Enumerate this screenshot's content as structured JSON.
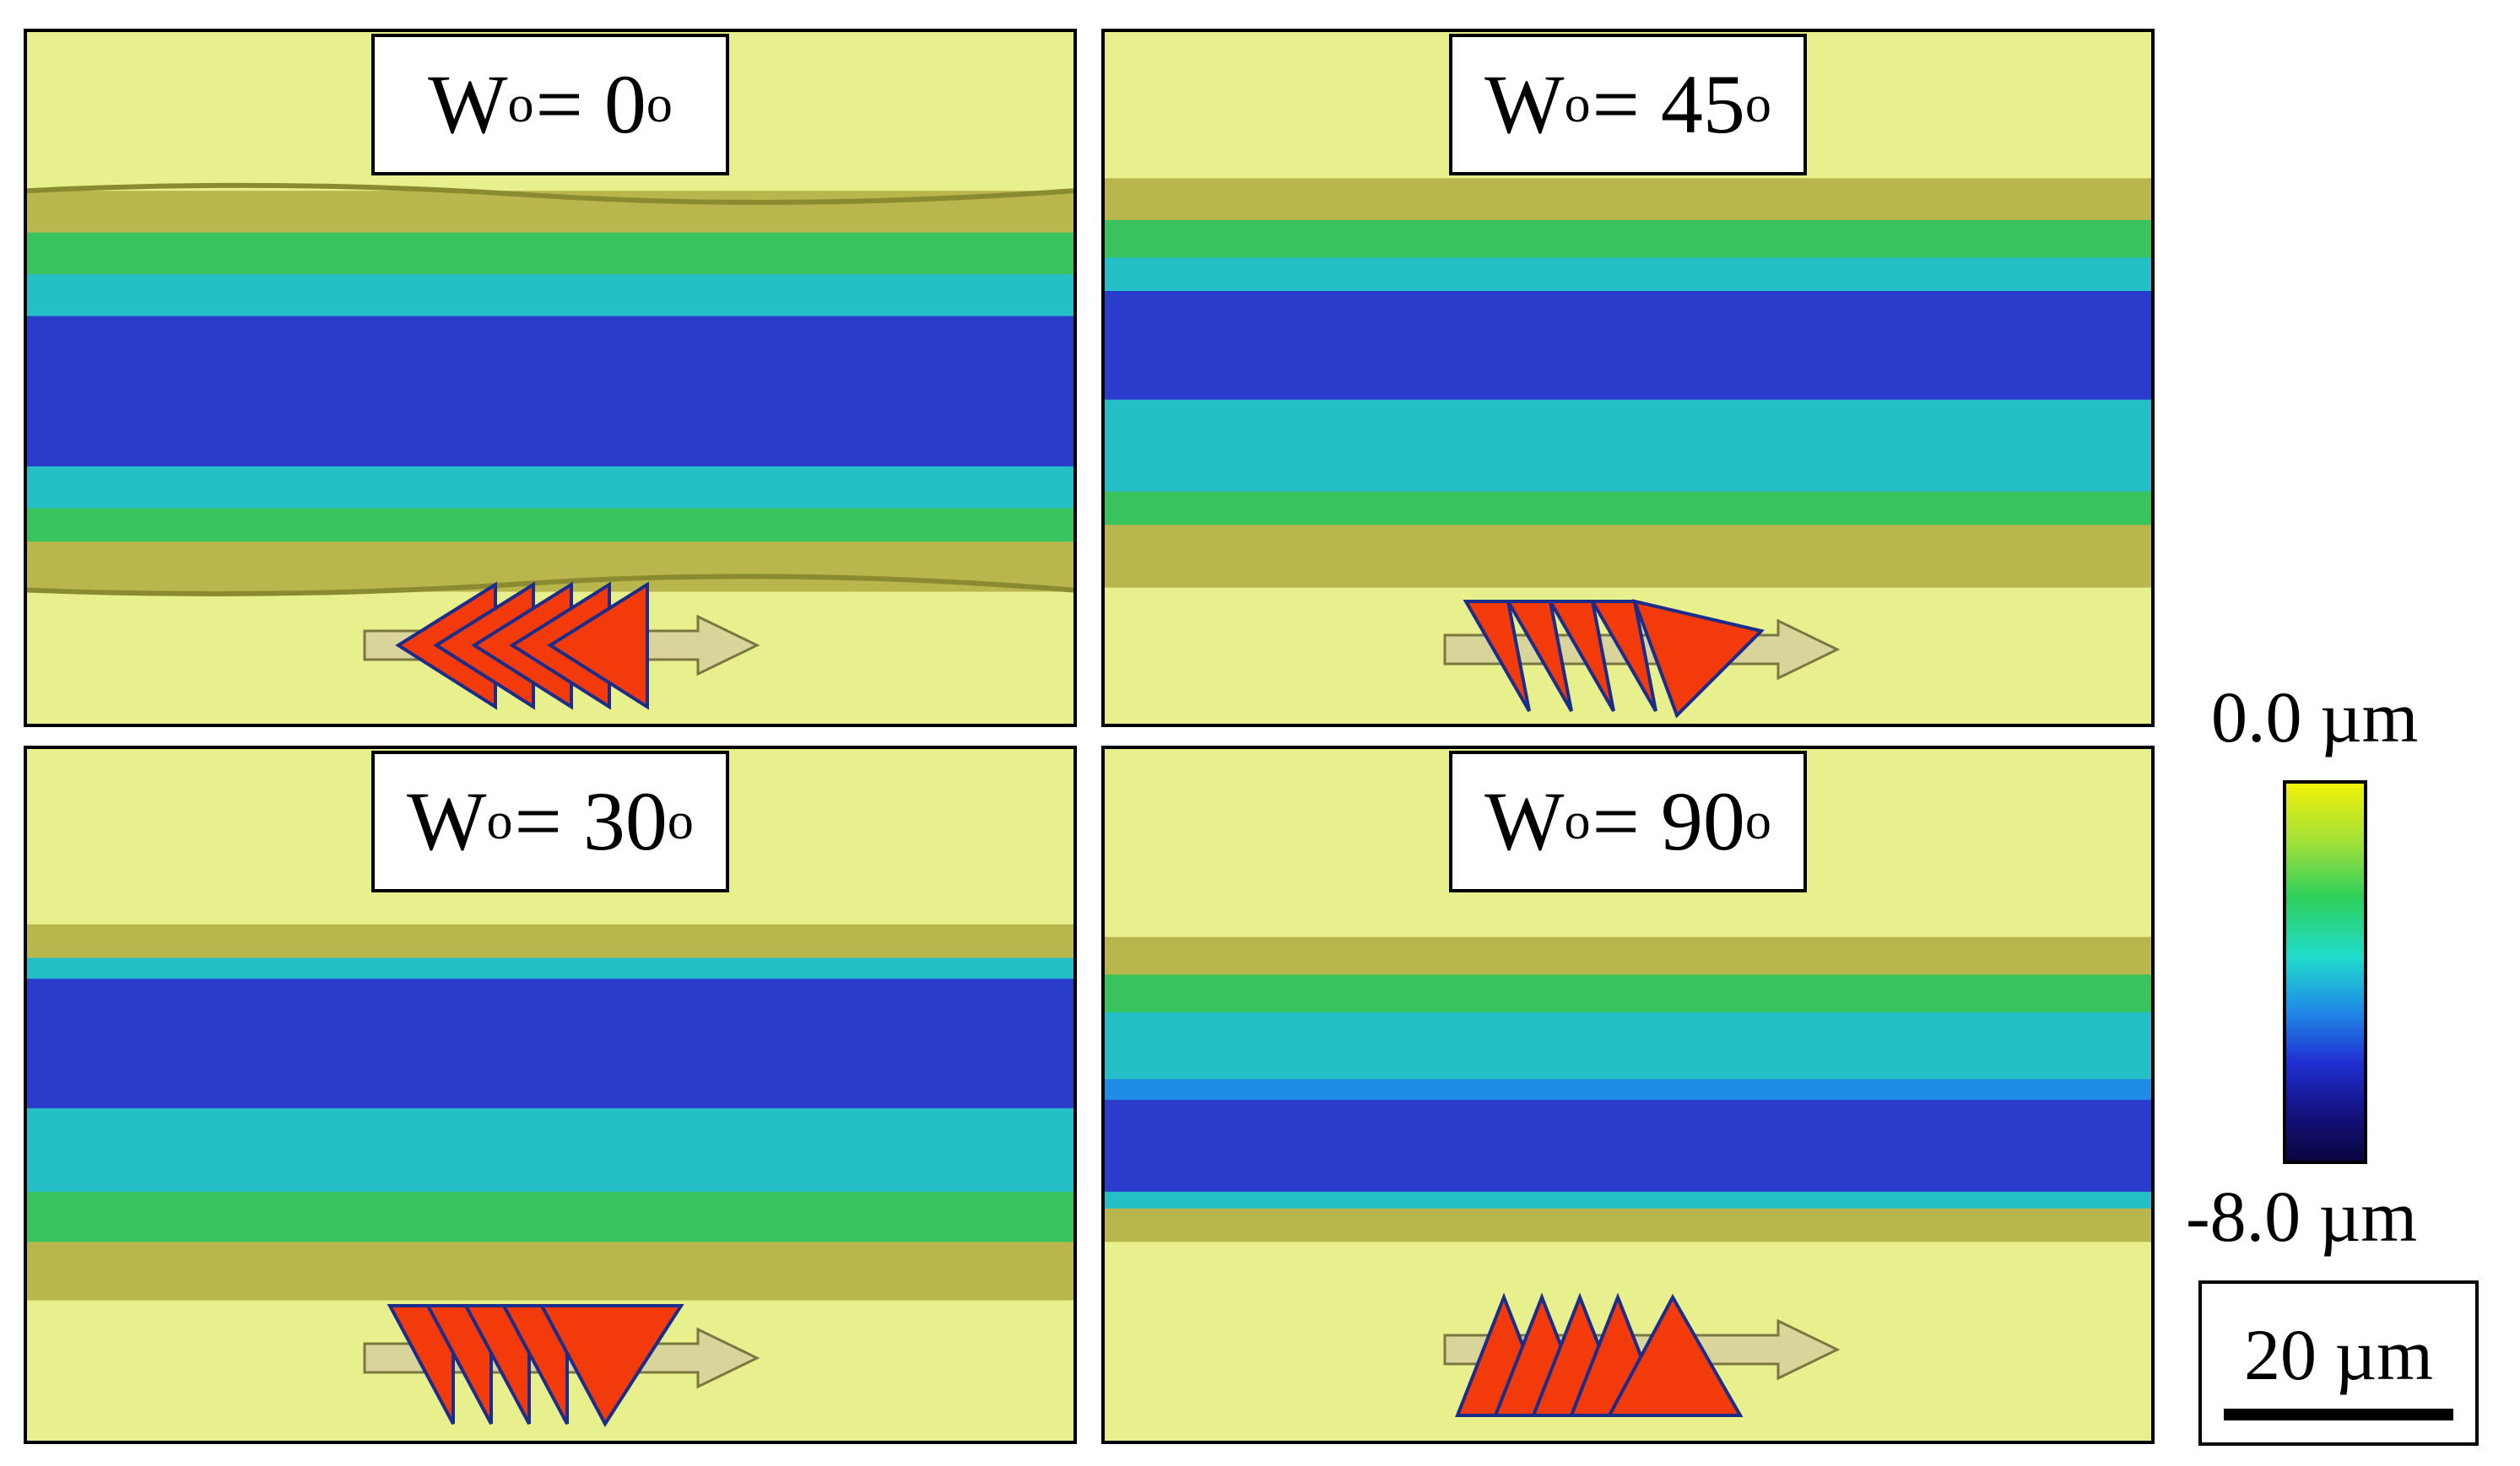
{
  "panels": [
    {
      "label_main": "W",
      "label_sub": "o",
      "label_eq": "= 0",
      "label_sup": "o"
    },
    {
      "label_main": "W",
      "label_sub": "o",
      "label_eq": "= 45",
      "label_sup": "o"
    },
    {
      "label_main": "W",
      "label_sub": "o",
      "label_eq": "= 30",
      "label_sup": "o"
    },
    {
      "label_main": "W",
      "label_sub": "o",
      "label_eq": "= 90",
      "label_sup": "o"
    }
  ],
  "colorbar": {
    "max_label": "0.0 µm",
    "min_label": "-8.0 µm",
    "max_value": 0.0,
    "min_value": -8.0,
    "colors": [
      "#f2f20a",
      "#9ee03a",
      "#2ecf5a",
      "#20dccc",
      "#1f8ce6",
      "#1f2ed2",
      "#14107c",
      "#0a0640"
    ]
  },
  "scale_bar": {
    "label": "20 µm"
  },
  "groove_orientation_deg": [
    0,
    45,
    30,
    90
  ]
}
